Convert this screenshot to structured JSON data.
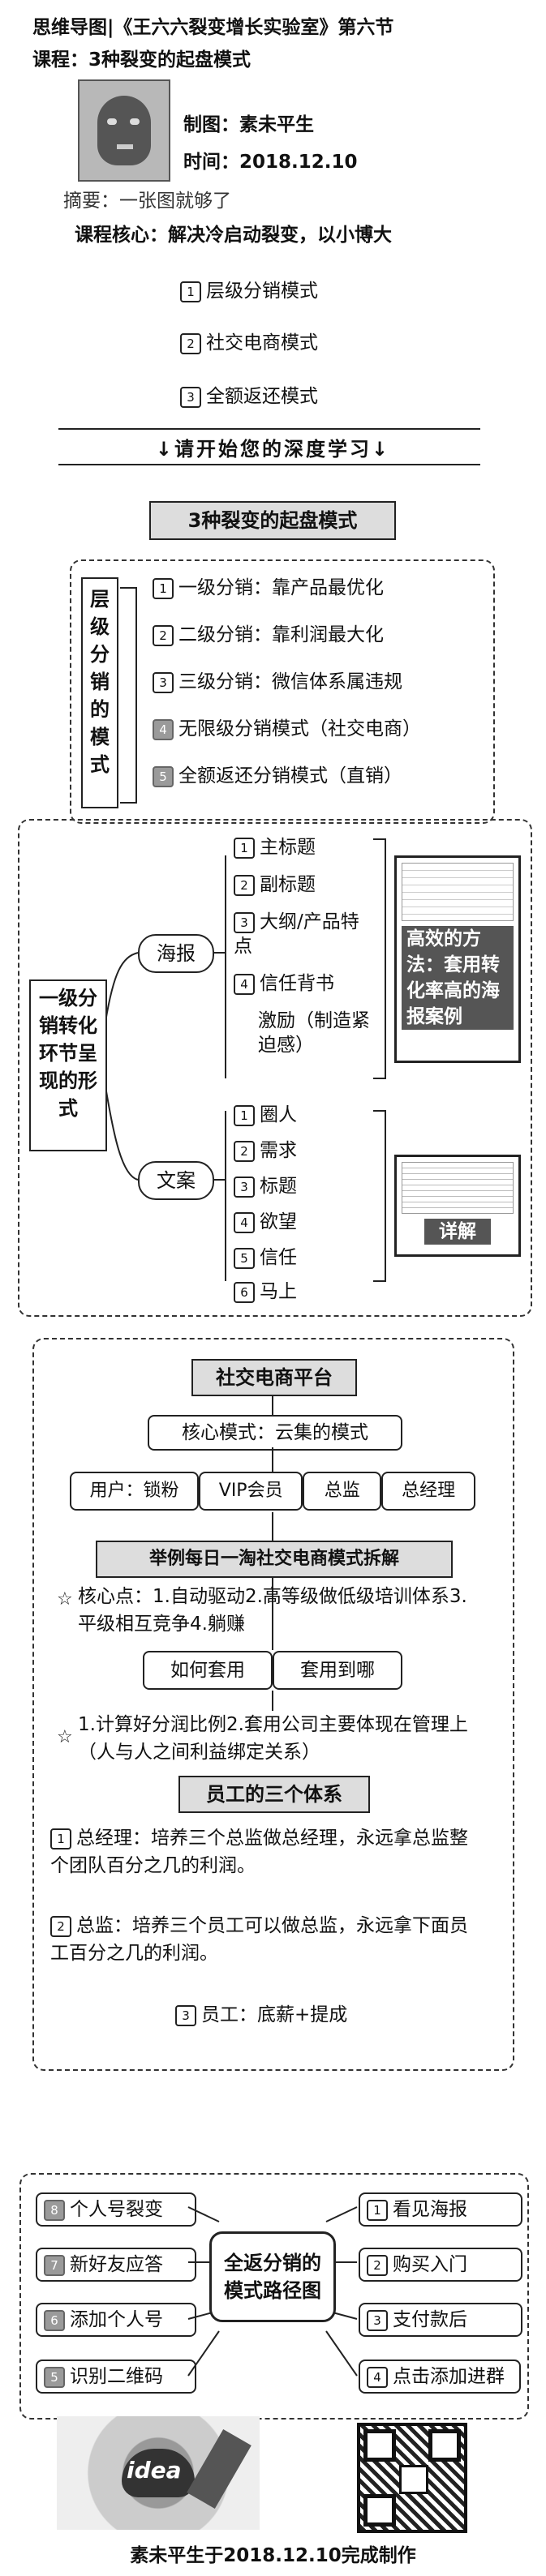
{
  "header": {
    "title_line1": "思维导图|《王六六裂变增长实验室》第六节",
    "title_line2": "课程：3种裂变的起盘模式",
    "author_label": "制图：素未平生",
    "time_label": "时间：2018.12.10",
    "summary": "摘要：一张图就够了",
    "core": "课程核心：解决冷启动裂变，以小博大",
    "toc": [
      {
        "num": "1",
        "label": "层级分销模式"
      },
      {
        "num": "2",
        "label": "社交电商模式"
      },
      {
        "num": "3",
        "label": "全额返还模式"
      }
    ],
    "start": "↓请开始您的深度学习↓"
  },
  "section1": {
    "banner": "3种裂变的起盘模式",
    "vertical_label": "层级分销的模式",
    "items": [
      {
        "num": "1",
        "label": "一级分销：靠产品最优化"
      },
      {
        "num": "2",
        "label": "二级分销：靠利润最大化"
      },
      {
        "num": "3",
        "label": "三级分销：微信体系属违规"
      },
      {
        "num": "4",
        "label": "无限级分销模式（社交电商）"
      },
      {
        "num": "5",
        "label": "全额返还分销模式（直销）"
      }
    ]
  },
  "section2": {
    "center_label": "一级分销转化环节呈现的形式",
    "poster": {
      "label": "海报",
      "items": [
        {
          "num": "1",
          "label": "主标题"
        },
        {
          "num": "2",
          "label": "副标题"
        },
        {
          "num": "3",
          "label": "大纲/产品特点"
        },
        {
          "num": "4",
          "label": "信任背书"
        },
        {
          "num": "",
          "label": "激励（制造紧迫感）"
        }
      ],
      "side_note": "高效的方法：套用转化率高的海报案例"
    },
    "copy": {
      "label": "文案",
      "items": [
        {
          "num": "1",
          "label": "圈人"
        },
        {
          "num": "2",
          "label": "需求"
        },
        {
          "num": "3",
          "label": "标题"
        },
        {
          "num": "4",
          "label": "欲望"
        },
        {
          "num": "5",
          "label": "信任"
        },
        {
          "num": "6",
          "label": "马上"
        }
      ],
      "side_note": "详解"
    }
  },
  "section3": {
    "platform": "社交电商平台",
    "core_model": "核心模式：云集的模式",
    "roles": [
      "用户：锁粉",
      "VIP会员",
      "总监",
      "总经理"
    ],
    "example_banner": "举例每日一淘社交电商模式拆解",
    "core_points": "核心点：1.自动驱动2.高等级做低级培训体系3.平级相互竞争4.躺赚",
    "buttons": [
      "如何套用",
      "套用到哪"
    ],
    "apply_text": "1.计算好分润比例2.套用公司主要体现在管理上（人与人之间利益绑定关系）",
    "staff_title": "员工的三个体系",
    "staff": [
      {
        "num": "1",
        "label": "总经理：培养三个总监做总经理，永远拿总监整个团队百分之几的利润。"
      },
      {
        "num": "2",
        "label": "总监：培养三个员工可以做总监，永远拿下面员工百分之几的利润。"
      },
      {
        "num": "3",
        "label": "员工：底薪+提成"
      }
    ]
  },
  "section4": {
    "center": "全返分销的模式路径图",
    "left": [
      {
        "num": "8",
        "label": "个人号裂变"
      },
      {
        "num": "7",
        "label": "新好友应答"
      },
      {
        "num": "6",
        "label": "添加个人号"
      },
      {
        "num": "5",
        "label": "识别二维码"
      }
    ],
    "right": [
      {
        "num": "1",
        "label": "看见海报"
      },
      {
        "num": "2",
        "label": "购买入门"
      },
      {
        "num": "3",
        "label": "支付款后"
      },
      {
        "num": "4",
        "label": "点击添加进群"
      }
    ]
  },
  "footer": {
    "idea_word": "idea",
    "text": "素未平生于2018.12.10完成制作"
  }
}
